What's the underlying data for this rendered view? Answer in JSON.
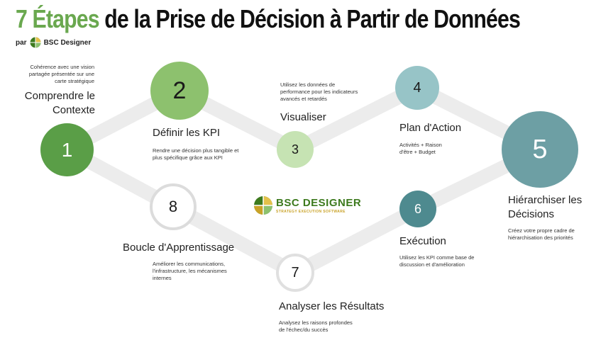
{
  "title": {
    "accent": "7 Étapes",
    "rest": " de la Prise de Décision à Partir de Données"
  },
  "byline": {
    "prefix": "par",
    "name": "BSC Designer"
  },
  "brand": {
    "name": "BSC DESIGNER",
    "tagline": "STRATEGY EXECUTION SOFTWARE"
  },
  "steps": [
    {
      "number": "1",
      "label": "Comprendre le Contexte",
      "desc": "Cohérence avec une vision partagée présentée sur une carte stratégique"
    },
    {
      "number": "2",
      "label": "Définir les KPI",
      "desc": "Rendre une décision plus tangible et plus spécifique grâce aux KPI"
    },
    {
      "number": "3",
      "label": "Visualiser",
      "desc": "Utilisez les données de performance pour les indicateurs avancés et retardés"
    },
    {
      "number": "4",
      "label": "Plan d'Action",
      "desc": "Activités + Raison d'être + Budget"
    },
    {
      "number": "5",
      "label": "Hiérarchiser les Décisions",
      "desc": "Créez votre propre cadre de hiérarchisation des priorités"
    },
    {
      "number": "6",
      "label": "Exécution",
      "desc": "Utilisez les KPI comme base de discussion et d'amélioration"
    },
    {
      "number": "7",
      "label": "Analyser les Résultats",
      "desc": "Analysez les raisons profondes de l'échec/du succès"
    },
    {
      "number": "8",
      "label": "Boucle d'Apprentissage",
      "desc": "Améliorer les communications, l'infrastructure, les mécanismes internes"
    }
  ],
  "colors": {
    "step1": "#5a9e47",
    "step2": "#8dc16e",
    "step3": "#c6e3b3",
    "step4": "#97c4c7",
    "step5": "#6d9fa4",
    "step6": "#4e8a8f",
    "step7": "#ffffff",
    "step8": "#ffffff",
    "connector": "#ececec"
  }
}
